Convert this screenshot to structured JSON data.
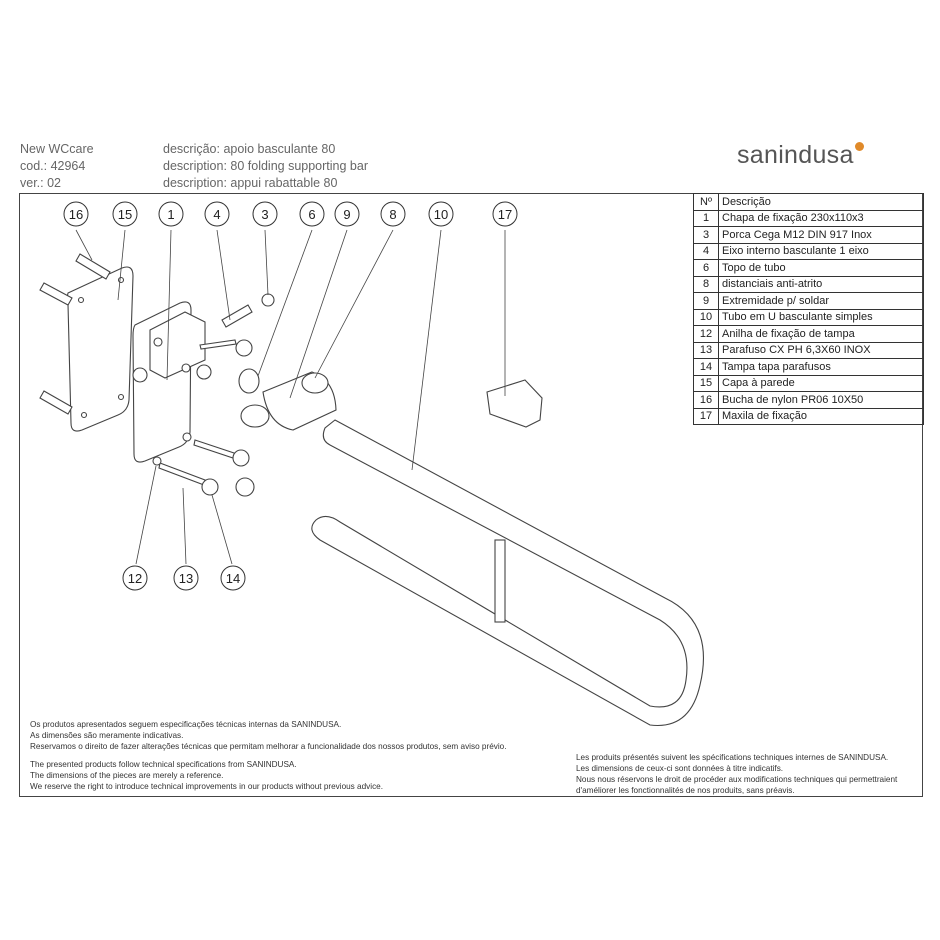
{
  "header": {
    "product_name": "New WCcare",
    "code": "cod.: 42964",
    "version": "ver.: 02",
    "desc_pt": "descrição: apoio basculante 80",
    "desc_en": "description: 80 folding supporting bar",
    "desc_fr": "description: appui rabattable 80"
  },
  "logo": {
    "text": "sanindusa",
    "accent_color": "#e08a2a"
  },
  "parts_table": {
    "header": {
      "num": "Nº",
      "desc": "Descrição"
    },
    "rows": [
      {
        "num": "1",
        "desc": "Chapa de fixação 230x110x3"
      },
      {
        "num": "3",
        "desc": "Porca Cega M12 DIN 917 Inox"
      },
      {
        "num": "4",
        "desc": "Eixo interno basculante 1 eixo"
      },
      {
        "num": "6",
        "desc": "Topo de tubo"
      },
      {
        "num": "8",
        "desc": "distanciais anti-atrito"
      },
      {
        "num": "9",
        "desc": "Extremidade p/ soldar"
      },
      {
        "num": "10",
        "desc": "Tubo em U basculante simples"
      },
      {
        "num": "12",
        "desc": "Anilha de fixação de tampa"
      },
      {
        "num": "13",
        "desc": "Parafuso CX PH 6,3X60 INOX"
      },
      {
        "num": "14",
        "desc": "Tampa tapa parafusos"
      },
      {
        "num": "15",
        "desc": "Capa à parede"
      },
      {
        "num": "16",
        "desc": "Bucha de nylon PR06 10X50"
      },
      {
        "num": "17",
        "desc": "Maxila de fixação"
      }
    ]
  },
  "callouts": [
    "16",
    "15",
    "1",
    "4",
    "3",
    "6",
    "9",
    "8",
    "10",
    "17",
    "12",
    "13",
    "14"
  ],
  "notes_left": {
    "pt": [
      "Os produtos apresentados seguem especificações técnicas internas da SANINDUSA.",
      "As dimensões são meramente indicativas.",
      "Reservamos o direito de fazer alterações técnicas que permitam melhorar a funcionalidade dos nossos produtos, sem aviso prévio."
    ],
    "en": [
      "The presented products follow technical specifications from SANINDUSA.",
      "The dimensions of the pieces are merely a reference.",
      "We reserve the right to introduce technical improvements in our products without previous advice."
    ]
  },
  "notes_right": {
    "fr": [
      "Les produits présentés suivent les spécifications techniques internes de SANINDUSA.",
      "Les dimensions de ceux-ci sont données à titre indicatifs.",
      "Nous nous réservons le droit de procéder aux modifications techniques qui permettraient",
      "d'améliorer les fonctionnalités de nos produits, sans préavis."
    ]
  }
}
